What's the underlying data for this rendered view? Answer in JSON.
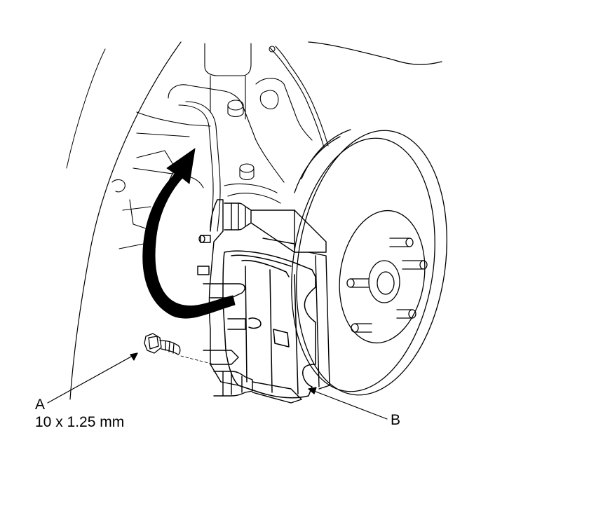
{
  "callouts": {
    "a": {
      "letter": "A",
      "spec": "10 x 1.25 mm"
    },
    "b": {
      "letter": "B"
    }
  },
  "colors": {
    "line": "#000000",
    "background": "#ffffff",
    "arrow_fill": "#000000"
  }
}
